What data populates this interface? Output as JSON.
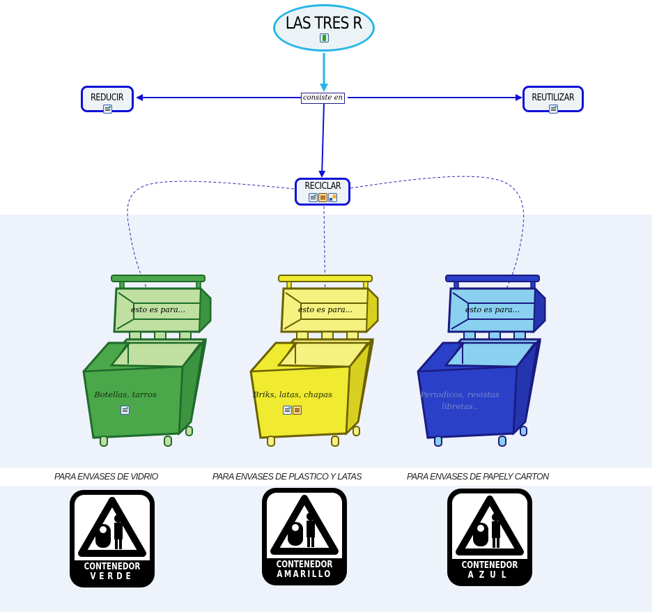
{
  "root": {
    "label": "LAS TRES R",
    "icon": "film-icon"
  },
  "linking_phrase": "consiste en",
  "concepts": [
    {
      "id": "reducir",
      "label": "REDUCIR",
      "icons": [
        "document-icon"
      ]
    },
    {
      "id": "reutilizar",
      "label": "REUTILIZAR",
      "icons": [
        "document-icon"
      ]
    },
    {
      "id": "reciclar",
      "label": "RECICLAR",
      "icons": [
        "document-icon",
        "document-alt-icon",
        "concept-map-icon"
      ]
    }
  ],
  "bins": [
    {
      "color": "green",
      "lid_text": "esto es para...",
      "content": "Botellas, tarros",
      "icons": [
        "document-icon"
      ],
      "caption": "PARA ENVASES DE VIDRIO",
      "logo_line1": "CONTENEDOR",
      "logo_line2": "VERDE",
      "palette": {
        "body": "#4aa84a",
        "inner": "#bfe0a0",
        "stroke": "#1f6a2a",
        "side": "#3d9440"
      }
    },
    {
      "color": "yellow",
      "lid_text": "esto es para...",
      "content": "Briks, latas, chapas",
      "icons": [
        "document-icon",
        "document-alt-icon"
      ],
      "caption": "PARA ENVASES DE PLASTICO Y LATAS",
      "logo_line1": "CONTENEDOR",
      "logo_line2": "AMARILLO",
      "palette": {
        "body": "#f0ea30",
        "inner": "#f6f280",
        "stroke": "#6a6000",
        "side": "#d8d020"
      }
    },
    {
      "color": "blue",
      "lid_text": "esto es para...",
      "content": "Periodicos, revistas libretas..",
      "icons": [],
      "caption": "PARA ENVASES DE PAPELY CARTON",
      "logo_line1": "CONTENEDOR",
      "logo_line2": "AZUL",
      "palette": {
        "body": "#2a40c8",
        "inner": "#8ad0f0",
        "stroke": "#1a1a80",
        "side": "#2535b0"
      }
    }
  ],
  "colors": {
    "node_border": "#1010d8",
    "root_border": "#27b6e8",
    "arrow": "#1010d8",
    "root_arrow": "#27b6e8",
    "dashed_link": "#2a2ab0",
    "panel_bg": "#eef2fb"
  }
}
